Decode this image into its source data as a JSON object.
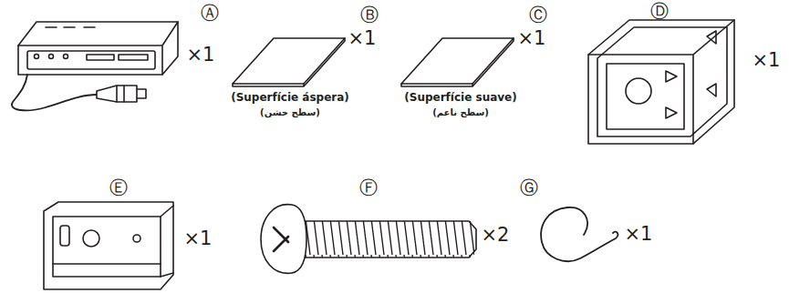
{
  "diagram": {
    "labels": [
      "Ⓐ",
      "×1",
      "Ⓑ",
      "×1",
      "(Superfície áspera)",
      "(سطح خشن)",
      "Ⓒ",
      "×1",
      "(Superfície suave)",
      "(سطح ناعم)",
      "Ⓓ",
      "×1",
      "Ⓔ",
      "×1",
      "Ⓕ",
      "×2",
      "Ⓖ",
      "×1"
    ]
  }
}
